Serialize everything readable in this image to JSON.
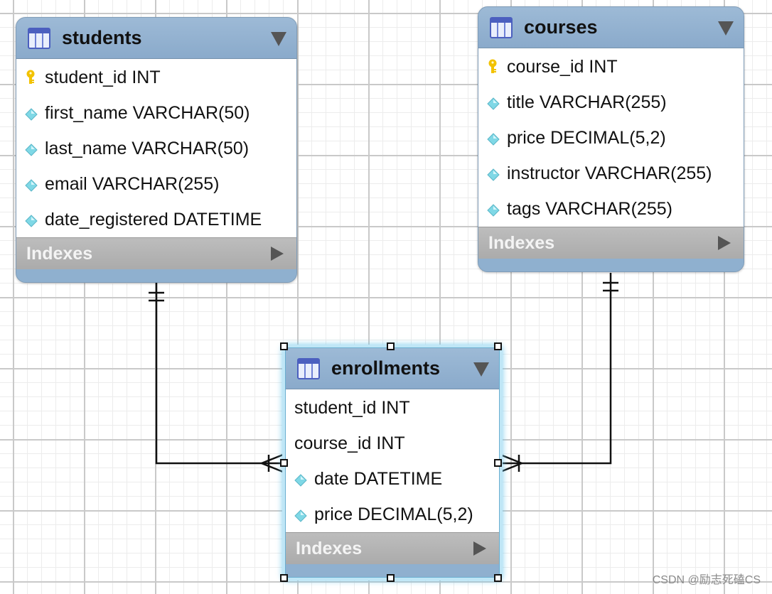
{
  "tables": {
    "students": {
      "title": "students",
      "columns": [
        {
          "name": "student_id INT",
          "icon": "key-icon"
        },
        {
          "name": "first_name VARCHAR(50)",
          "icon": "diamond-icon"
        },
        {
          "name": "last_name VARCHAR(50)",
          "icon": "diamond-icon"
        },
        {
          "name": "email VARCHAR(255)",
          "icon": "diamond-icon"
        },
        {
          "name": "date_registered DATETIME",
          "icon": "diamond-icon"
        }
      ],
      "indexes_label": "Indexes"
    },
    "courses": {
      "title": "courses",
      "columns": [
        {
          "name": "course_id INT",
          "icon": "key-icon"
        },
        {
          "name": "title VARCHAR(255)",
          "icon": "diamond-icon"
        },
        {
          "name": "price DECIMAL(5,2)",
          "icon": "diamond-icon"
        },
        {
          "name": "instructor VARCHAR(255)",
          "icon": "diamond-icon"
        },
        {
          "name": "tags VARCHAR(255)",
          "icon": "diamond-icon"
        }
      ],
      "indexes_label": "Indexes"
    },
    "enrollments": {
      "title": "enrollments",
      "columns": [
        {
          "name": "student_id INT",
          "icon": "none"
        },
        {
          "name": "course_id INT",
          "icon": "none"
        },
        {
          "name": "date DATETIME",
          "icon": "diamond-icon"
        },
        {
          "name": "price DECIMAL(5,2)",
          "icon": "diamond-icon"
        }
      ],
      "indexes_label": "Indexes"
    }
  },
  "relationships": [
    {
      "from": "students",
      "to": "enrollments",
      "from_cardinality": "one-and-only-one",
      "to_cardinality": "one-or-many"
    },
    {
      "from": "courses",
      "to": "enrollments",
      "from_cardinality": "one-and-only-one",
      "to_cardinality": "one-or-many"
    }
  ],
  "colors": {
    "header": "#8fb0cf",
    "index_bar": "#b3b3b3",
    "key": "#f2c200",
    "diamond": "#7fd8e6",
    "selection": "#bfe6f6"
  },
  "watermark": "CSDN @励志死磕CS"
}
